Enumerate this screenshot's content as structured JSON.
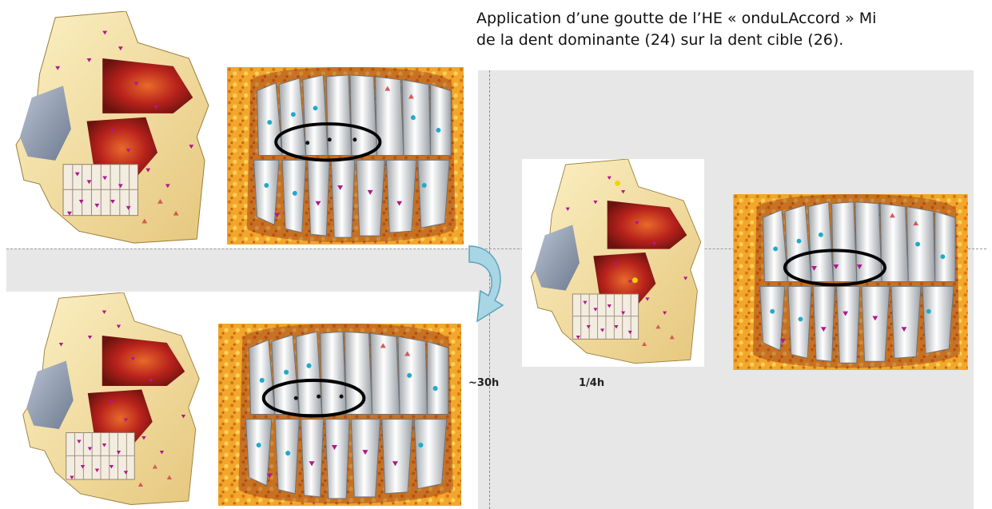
{
  "caption": {
    "line1": "Application d’une goutte de l’HE « onduLAccord » Mi",
    "line2": "de la dent dominante (24) sur la dent cible (26)."
  },
  "labels": {
    "before": "~30h",
    "after": "1/4h"
  },
  "colors": {
    "background": "#ffffff",
    "panel_gray": "#e7e7e7",
    "ellipse": "#000000",
    "arrow": "#a9d6e5",
    "marker_magenta": "#b0178f",
    "marker_cyan": "#23a9c9",
    "marker_red": "#d25a5a"
  },
  "icons": {
    "head": "skull-sagittal-section",
    "teeth": "dental-arch-closeup",
    "arrow": "curved-arrow"
  }
}
